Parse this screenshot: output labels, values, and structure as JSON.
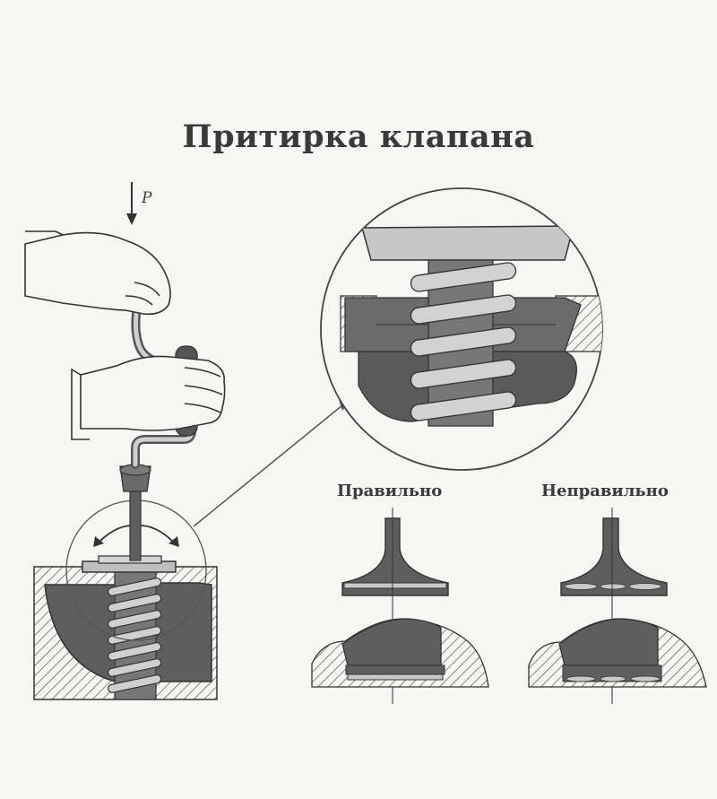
{
  "title": "Притирка клапана",
  "labels": {
    "correct": "Правильно",
    "wrong": "Неправильно",
    "force": "P"
  },
  "colors": {
    "background": "#f6f6f4",
    "metal_dark": "#5e5e5e",
    "metal_light": "#c9c9c9",
    "line": "#3a3a3a"
  }
}
